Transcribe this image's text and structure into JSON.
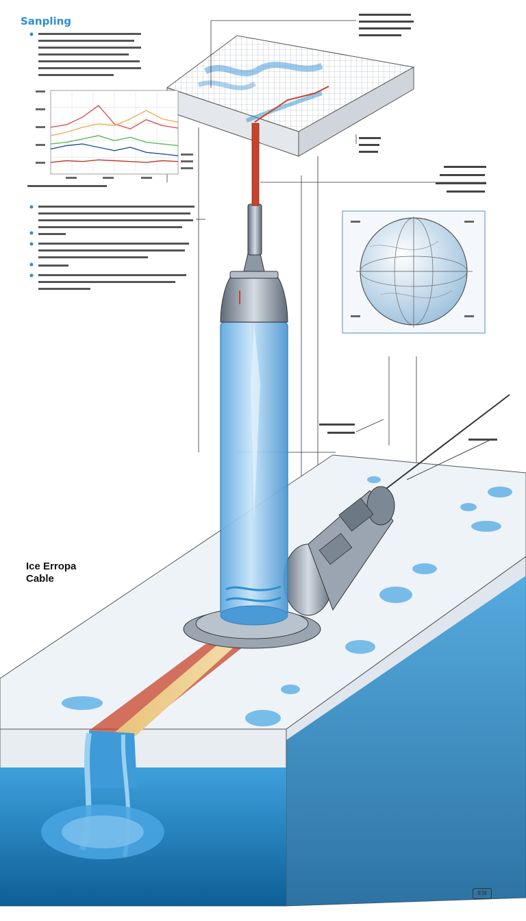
{
  "heading": {
    "title": "Sanpling"
  },
  "labels": {
    "main_line1": "Ice Erropa",
    "main_line2": "Cable"
  },
  "footer": {
    "badge": "ŒƎⅡ"
  },
  "colors": {
    "title_blue": "#2a8fd0",
    "ice_white": "#eef3f8",
    "water_blue": "#2a8fd0",
    "deep_blue": "#0d5f96",
    "tube_blue": "#8fc6ef",
    "probe_red": "#c9432a",
    "probe_gray": "#8a96a4"
  },
  "chart_data": {
    "type": "line",
    "title": "",
    "xlabel": "",
    "ylabel": "",
    "x": [
      0,
      1,
      2,
      3,
      4,
      5,
      6,
      7,
      8
    ],
    "ylim": [
      0,
      10
    ],
    "grid": true,
    "series": [
      {
        "color": "#d9534f",
        "values": [
          5.6,
          5.9,
          6.8,
          8.2,
          6.0,
          5.4,
          6.5,
          5.8,
          5.5
        ]
      },
      {
        "color": "#f0ad4e",
        "values": [
          4.6,
          5.0,
          5.6,
          6.0,
          5.8,
          6.6,
          7.6,
          6.6,
          6.2
        ]
      },
      {
        "color": "#5cb85c",
        "values": [
          3.6,
          3.8,
          4.2,
          4.6,
          4.0,
          4.4,
          3.8,
          3.6,
          3.4
        ]
      },
      {
        "color": "#1f4fa0",
        "values": [
          3.0,
          3.4,
          3.6,
          3.2,
          2.8,
          3.2,
          2.6,
          2.4,
          2.2
        ]
      },
      {
        "color": "#c0392b",
        "values": [
          1.4,
          1.6,
          1.5,
          1.7,
          1.6,
          1.5,
          1.4,
          1.6,
          1.5
        ]
      }
    ]
  }
}
